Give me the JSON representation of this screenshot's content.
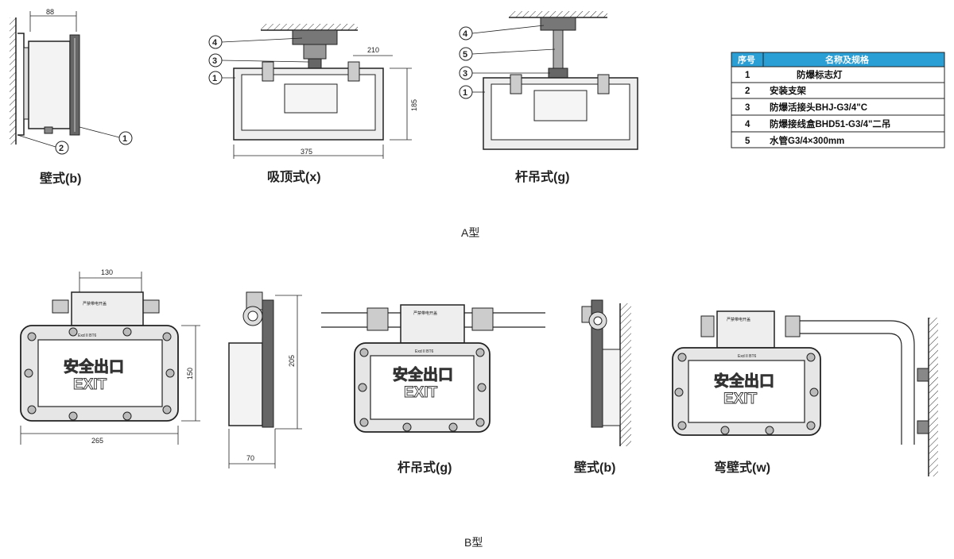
{
  "captions": {
    "a_wall": "壁式(b)",
    "a_ceiling": "吸顶式(x)",
    "a_pole": "杆吊式(g)",
    "type_a": "A型",
    "b_pole": "杆吊式(g)",
    "b_wall": "壁式(b)",
    "b_bent": "弯壁式(w)",
    "type_b": "B型"
  },
  "dimensions": {
    "a_wall_depth": "88",
    "a_ceil_width": "375",
    "a_ceil_height": "185",
    "a_ceil_offset": "210",
    "b_box_width": "130",
    "b_lamp_width": "265",
    "b_lamp_height": "150",
    "b_side_height": "205",
    "b_side_depth": "70"
  },
  "balloons": [
    "1",
    "2",
    "3",
    "4",
    "5"
  ],
  "sign": {
    "chinese": "安全出口",
    "english": "EXIT",
    "nameplate": "Exd II BT6",
    "box_label": "严禁带电开盖"
  },
  "parts_table": {
    "headers": [
      "序号",
      "名称及规格"
    ],
    "rows": [
      [
        "1",
        "防爆标志灯"
      ],
      [
        "2",
        "安装支架"
      ],
      [
        "3",
        "防爆活接头BHJ-G3/4\"C"
      ],
      [
        "4",
        "防爆接线盒BHD51-G3/4\"二吊"
      ],
      [
        "5",
        "水管G3/4×300mm"
      ]
    ],
    "header_color": "#2a9fd6"
  }
}
